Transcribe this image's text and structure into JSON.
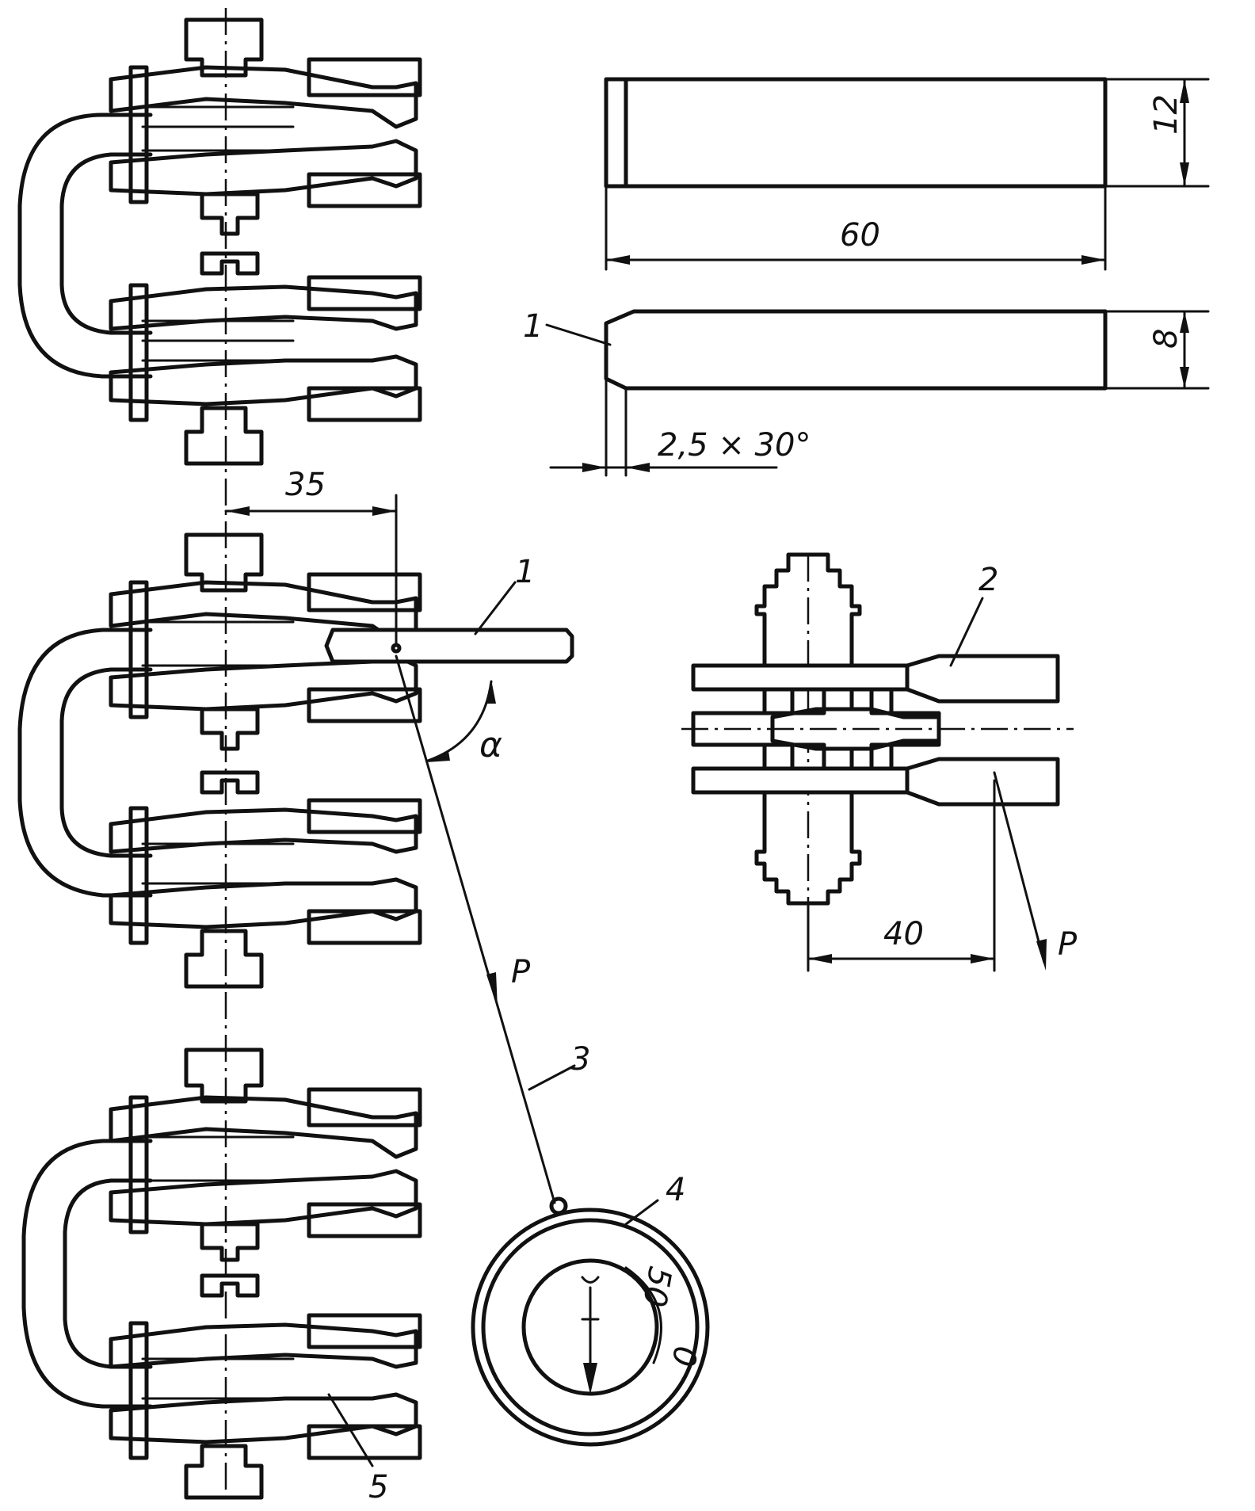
{
  "labels": {
    "part_1_top": "1",
    "part_1_side": "1",
    "part_2": "2",
    "part_3": "3",
    "part_4": "4",
    "part_5": "5",
    "force_left": "P",
    "force_right": "P",
    "angle": "α"
  },
  "dimensions": {
    "length": "60",
    "height": "12",
    "thickness": "8",
    "chamfer": "2,5 × 30°",
    "offset_left": "35",
    "offset_right": "40"
  },
  "gauge": {
    "scale_max": "50",
    "scale_min": "0"
  }
}
